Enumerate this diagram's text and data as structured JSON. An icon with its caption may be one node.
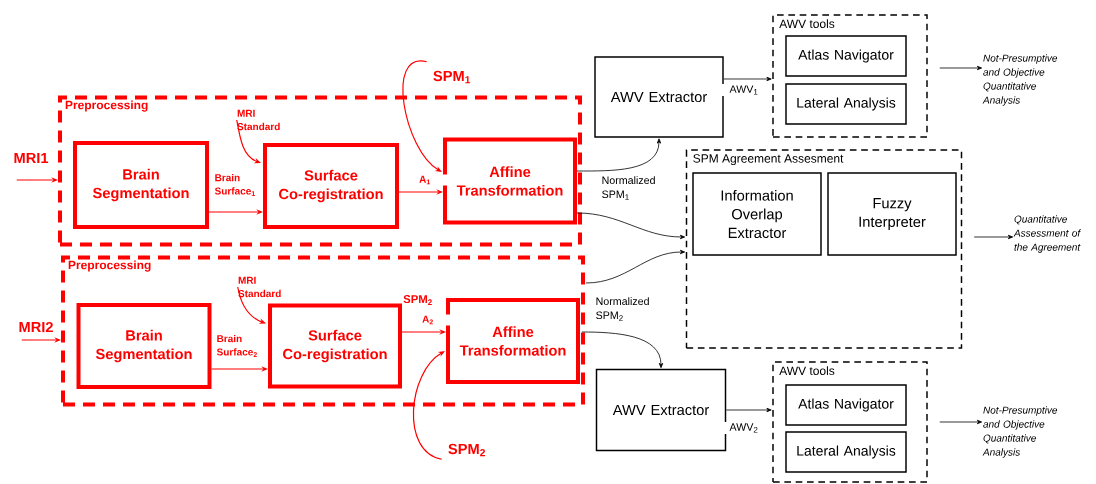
{
  "diagram": {
    "nodes": [
      {
        "text": [
          "Preprocessing"
        ]
      },
      {
        "text": [
          "Brain Segmentation"
        ],
        "in": 0
      },
      {
        "text": [
          "Surface Co-registration"
        ],
        "in": 0
      },
      {
        "text": [
          "Affine Transformation"
        ],
        "in": 0
      },
      {
        "text": [
          "Preprocessing"
        ]
      },
      {
        "text": [
          "Brain Segmentation"
        ],
        "in": 4
      },
      {
        "text": [
          "Surface Co-registration"
        ],
        "in": 4
      },
      {
        "text": [
          "Affine Transformation"
        ],
        "in": 4
      },
      {
        "text": [
          "AWV Extractor"
        ]
      },
      {
        "text": [
          "AWV tools"
        ]
      },
      {
        "text": [
          "Atlas Navigator"
        ],
        "in": 9
      },
      {
        "text": [
          "Lateral Analysis"
        ],
        "in": 9
      },
      {
        "text": [
          "SPM Agreement Assesment"
        ]
      },
      {
        "text": [
          "Information Overlap Extractor"
        ],
        "in": 12
      },
      {
        "text": [
          "Fuzzy Interpreter"
        ],
        "in": 12
      },
      {
        "text": [
          "AWV Extractor"
        ]
      },
      {
        "text": [
          "AWV tools"
        ]
      },
      {
        "text": [
          "Atlas Navigator"
        ],
        "in": 16
      },
      {
        "text": [
          "Lateral Analysis"
        ],
        "in": 16
      },
      {
        "text": [
          "MRI1"
        ]
      },
      {
        "text": [
          "MRI Standard"
        ],
        "in": 0
      },
      {
        "text": [
          "SPM$_{1}$"
        ]
      },
      {
        "text": [
          "MRI2"
        ]
      },
      {
        "text": [
          "MRI Standard"
        ],
        "in": 4
      },
      {
        "text": [
          "SPM$_{2}$"
        ]
      },
      {
        "text": [
          "Not-Presumptive and Objective Quantitative Analysis"
        ]
      },
      {
        "text": [
          "Quantitative Assessment of the Agreement"
        ]
      },
      {
        "text": [
          "Not-Presumptive and Objective Quantitative Analysis"
        ]
      }
    ],
    "edges": [
      {
        "from": 19,
        "to": 0,
        "arrow": "to"
      },
      {
        "from": 1,
        "to": 2,
        "arrow": "to",
        "label": "Brain Surface$_{1}$"
      },
      {
        "from": 2,
        "to": 3,
        "arrow": "to",
        "label": "A$_{1}$"
      },
      {
        "from": 20,
        "to": 2,
        "arrow": "to"
      },
      {
        "from": 21,
        "to": 3,
        "arrow": "to"
      },
      {
        "from": 3,
        "to": 8,
        "arrow": "to",
        "color": "#000000"
      },
      {
        "from": 3,
        "to": 12,
        "arrow": "to",
        "label": "Normalized SPM$_{1}$",
        "color": "#000000"
      },
      {
        "from": 22,
        "to": 4,
        "arrow": "to"
      },
      {
        "from": 5,
        "to": 6,
        "arrow": "to",
        "label": "Brain Surface$_{2}$"
      },
      {
        "from": 6,
        "to": 7,
        "arrow": "to",
        "label": "A$_{2}$"
      },
      {
        "from": 23,
        "to": 6,
        "arrow": "to"
      },
      {
        "from": 24,
        "to": 7,
        "arrow": "to"
      },
      {
        "from": 7,
        "to": 12,
        "arrow": "to",
        "label": "Normalized SPM$_{2}$",
        "color": "#000000"
      },
      {
        "from": 7,
        "to": 15,
        "arrow": "to",
        "color": "#000000"
      },
      {
        "from": 8,
        "to": 9,
        "arrow": "to",
        "label": "AWV$_{1}$",
        "color": "#000000"
      },
      {
        "from": 9,
        "to": 25,
        "arrow": "to",
        "color": "#000000"
      },
      {
        "from": 12,
        "to": 26,
        "arrow": "to",
        "color": "#000000"
      },
      {
        "from": 15,
        "to": 16,
        "arrow": "to",
        "label": "AWV$_{2}$",
        "color": "#000000"
      },
      {
        "from": 16,
        "to": 27,
        "arrow": "to",
        "color": "#000000"
      }
    ],
    "labels": [
      "SPM$_{2}$"
    ]
  }
}
